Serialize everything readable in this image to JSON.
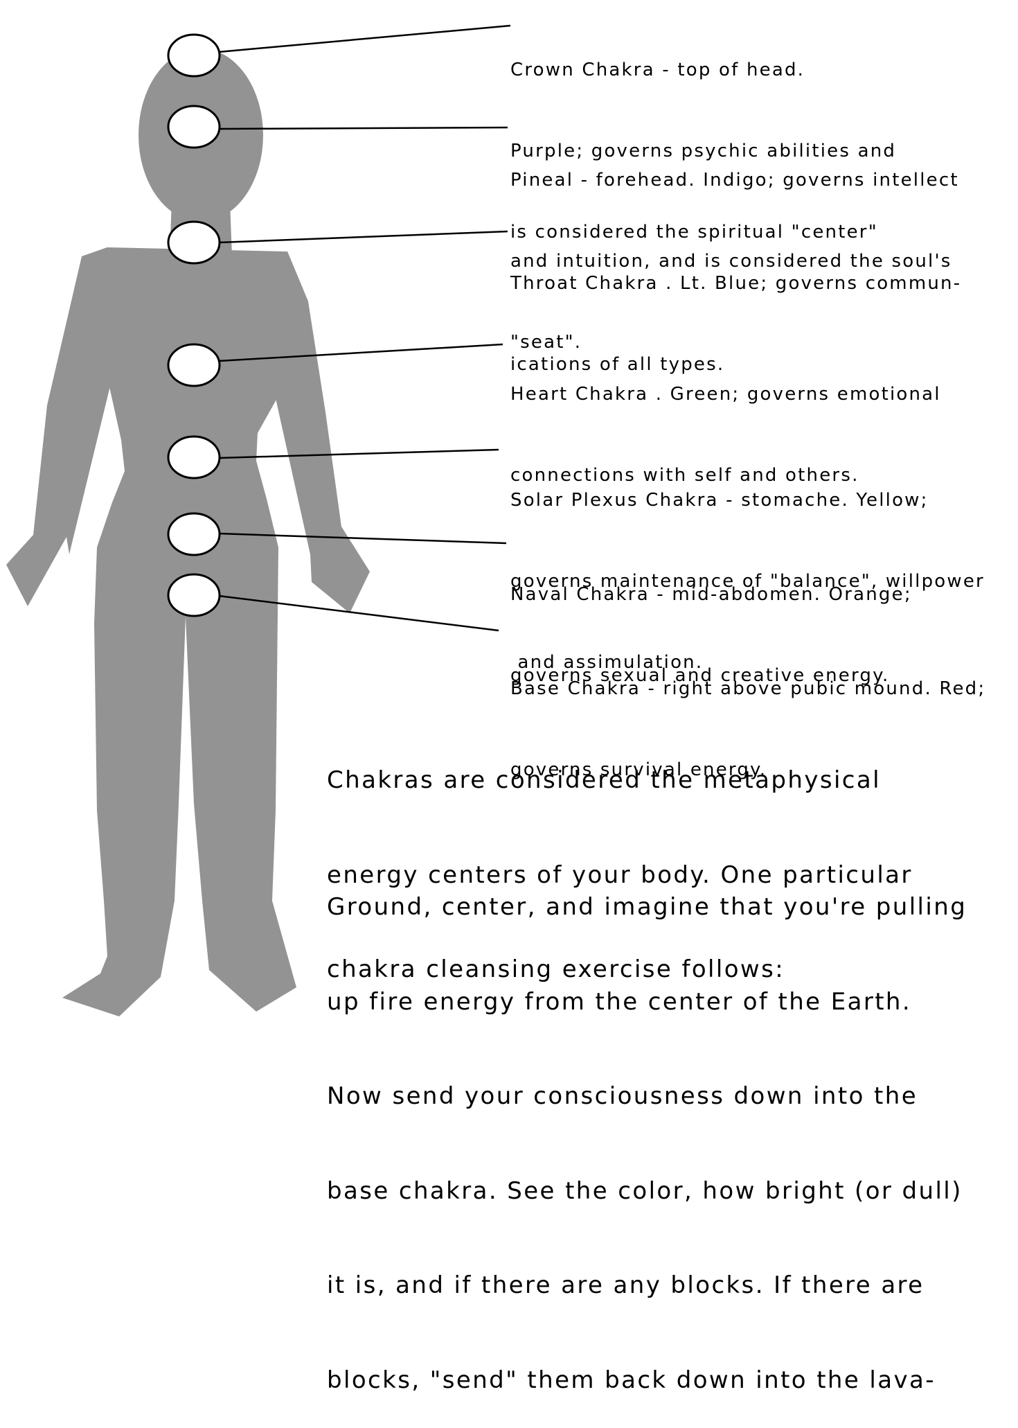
{
  "colors": {
    "silhouette": "#939393",
    "lines": "#000000",
    "chakra_fill": "#ffffff"
  },
  "chakras": [
    {
      "id": "crown",
      "lines": [
        "Crown Chakra - top of head.",
        "Purple; governs psychic abilities and",
        "is considered the spiritual \"center\""
      ]
    },
    {
      "id": "pineal",
      "lines": [
        "Pineal - forehead. Indigo; governs intellect",
        "and intuition, and is considered the soul's",
        "\"seat\"."
      ]
    },
    {
      "id": "throat",
      "lines": [
        "Throat Chakra . Lt. Blue; governs commun-",
        "ications of all types."
      ]
    },
    {
      "id": "heart",
      "lines": [
        "Heart Chakra . Green; governs emotional",
        "connections with self and others."
      ]
    },
    {
      "id": "solar",
      "lines": [
        "Solar Plexus Chakra - stomache. Yellow;",
        "governs maintenance of \"balance\", willpower",
        " and assimulation."
      ]
    },
    {
      "id": "naval",
      "lines": [
        "Naval Chakra - mid-abdomen. Orange;",
        "governs sexual and creative energy."
      ]
    },
    {
      "id": "base",
      "lines": [
        "Base Chakra - right above pubic mound. Red;",
        "governs survival energy."
      ]
    }
  ],
  "intro": {
    "lines": [
      "Chakras are considered the metaphysical",
      "energy centers of your body. One particular",
      "chakra cleansing exercise follows:"
    ]
  },
  "exercise": {
    "lines": [
      "Ground, center, and imagine that you're pulling",
      "up fire energy from the center of the Earth.",
      "Now send your consciousness down into the",
      "base chakra. See the color, how bright (or dull)",
      "it is, and if there are any blocks. If there are",
      "blocks, \"send\" them back down into the lava-"
    ]
  }
}
